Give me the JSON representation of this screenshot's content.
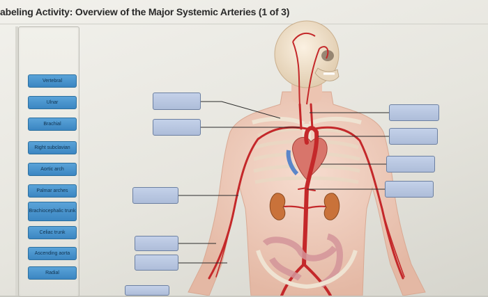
{
  "activity": {
    "title": "abeling Activity: Overview of the Major Systemic Arteries (1 of 3)"
  },
  "labels": [
    {
      "text": "Vertebral"
    },
    {
      "text": "Ulnar"
    },
    {
      "text": "Brachial"
    },
    {
      "text": "Right subclavian"
    },
    {
      "text": "Aortic arch"
    },
    {
      "text": "Palmar arches"
    },
    {
      "text": "Brachiocephalic trunk"
    },
    {
      "text": "Celiac trunk"
    },
    {
      "text": "Ascending aorta"
    },
    {
      "text": "Radial"
    }
  ],
  "colors": {
    "label_fill": "#4a96cf",
    "dropbox_fill": "#b8c6e1",
    "artery": "#c4282a",
    "skin": "#edc8b6"
  },
  "figure": {
    "icon": "human-arterial-system-illustration"
  }
}
